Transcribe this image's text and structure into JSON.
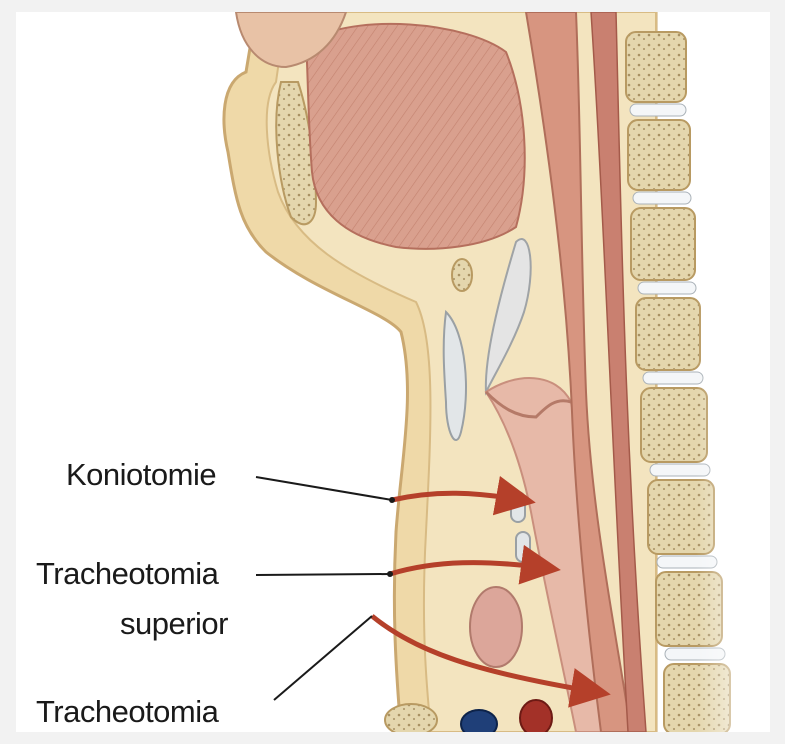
{
  "labels": {
    "koniotomie": "Koniotomie",
    "tracheotomia_superior_line1": "Tracheotomia",
    "tracheotomia_superior_line2": "superior",
    "tracheotomia_inferior": "Tracheotomia"
  },
  "colors": {
    "background": "#ffffff",
    "skin": "#efd9a8",
    "muscle": "#d9a08e",
    "trachea": "#e7b9a8",
    "spine_tissue": "#e9dfc0",
    "arrow": "#b5402a",
    "leader_line": "#1a1a1a"
  }
}
